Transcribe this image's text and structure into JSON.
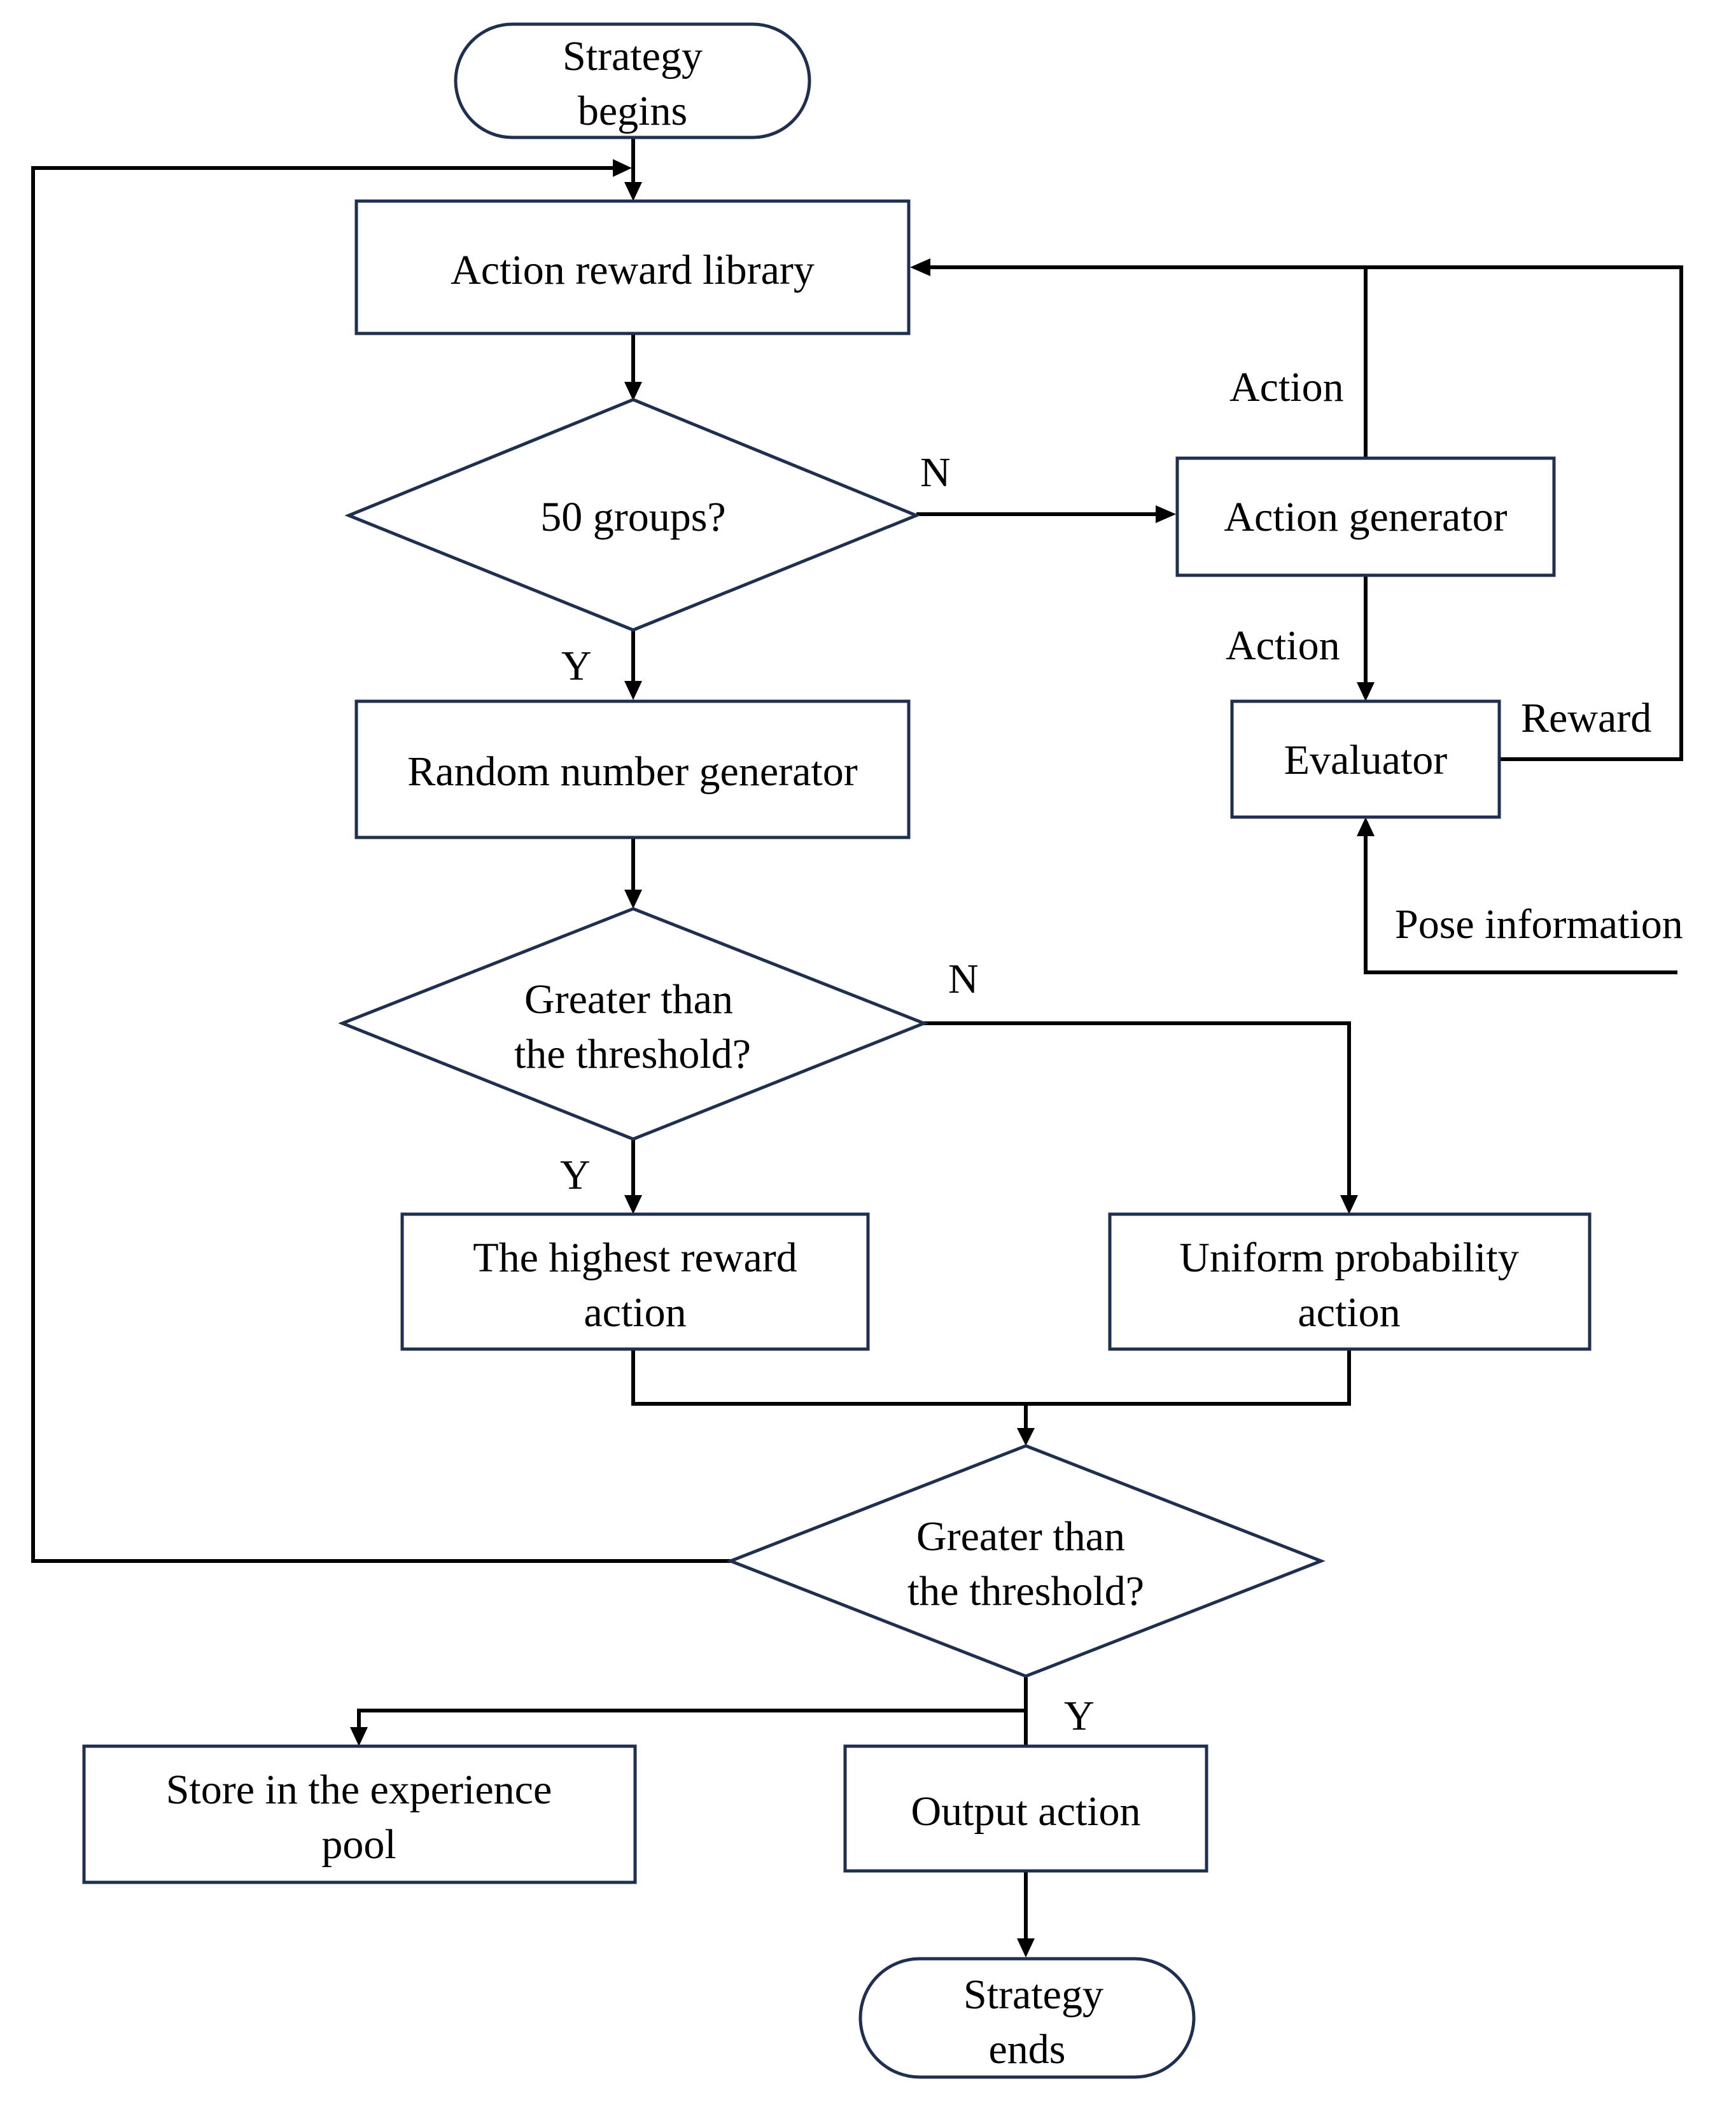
{
  "nodes": {
    "start": {
      "line1": "Strategy",
      "line2": "begins"
    },
    "action_reward_library": {
      "label": "Action reward library"
    },
    "decision_50_groups": {
      "label": "50 groups?"
    },
    "action_generator": {
      "label": "Action generator"
    },
    "evaluator": {
      "label": "Evaluator"
    },
    "random_number_generator": {
      "label": "Random number generator"
    },
    "decision_threshold_1": {
      "line1": "Greater than",
      "line2": "the threshold?"
    },
    "highest_reward_action": {
      "line1": "The highest reward",
      "line2": "action"
    },
    "uniform_probability_action": {
      "line1": "Uniform probability",
      "line2": "action"
    },
    "decision_threshold_2": {
      "line1": "Greater than",
      "line2": "the threshold?"
    },
    "store_experience_pool": {
      "line1": "Store in the experience",
      "line2": "pool"
    },
    "output_action": {
      "label": "Output action"
    },
    "end": {
      "line1": "Strategy",
      "line2": "ends"
    }
  },
  "edge_labels": {
    "no_50_groups": "N",
    "yes_50_groups": "Y",
    "action_up": "Action",
    "action_down": "Action",
    "reward": "Reward",
    "pose_information": "Pose information",
    "no_threshold_1": "N",
    "yes_threshold_1": "Y",
    "yes_threshold_2": "Y"
  },
  "colors": {
    "node_border": "#1f2f4f",
    "connector": "#000000",
    "text": "#000000",
    "background": "#ffffff"
  }
}
